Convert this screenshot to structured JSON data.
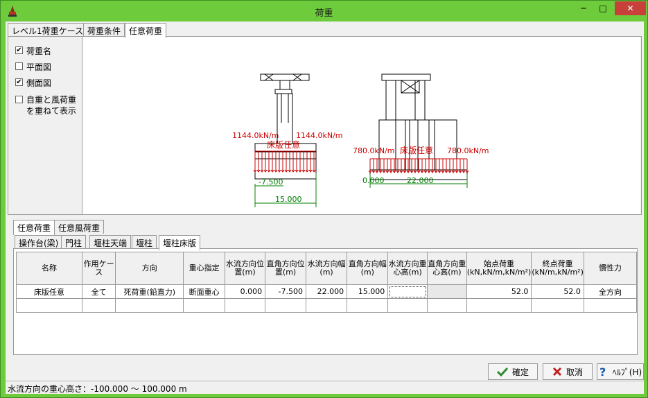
{
  "window": {
    "title": "荷重",
    "min": "─",
    "max": "□",
    "close": "✕"
  },
  "top_tabs": [
    {
      "label": "レベル1荷重ケース"
    },
    {
      "label": "荷重条件"
    },
    {
      "label": "任意荷重"
    }
  ],
  "options": [
    {
      "label": "荷重名",
      "checked": "✔"
    },
    {
      "label": "平面図",
      "checked": ""
    },
    {
      "label": "側面図",
      "checked": "✔"
    },
    {
      "label": "自重と風荷重を重ねて表示",
      "checked": ""
    }
  ],
  "drawing": {
    "left": {
      "load_left": "1144.0kN/m",
      "load_right": "1144.0kN/m",
      "name": "床版任意",
      "dim1": "-7.500",
      "dim2": "15.000"
    },
    "right": {
      "load_left": "780.0kN/m",
      "load_right": "780.0kN/m",
      "name": "床版任意",
      "dim1": "0.000",
      "dim2": "22.000"
    },
    "load_color": "#cc0000",
    "dim_color": "#008000"
  },
  "mid_tabs": [
    {
      "label": "任意荷重"
    },
    {
      "label": "任意風荷重"
    }
  ],
  "low_tabs": [
    {
      "label": "操作台(梁)"
    },
    {
      "label": "門柱"
    },
    {
      "label": "堰柱天端"
    },
    {
      "label": "堰柱"
    },
    {
      "label": "堰柱床版"
    }
  ],
  "table": {
    "headers": [
      "名称",
      "作用ケース",
      "方向",
      "重心指定",
      "水流方向位置(m)",
      "直角方向位置(m)",
      "水流方向幅(m)",
      "直角方向幅(m)",
      "水流方向重心高(m)",
      "直角方向重心高(m)",
      "始点荷重(kN,kN/m,kN/m²)",
      "終点荷重(kN/m,kN/m²)",
      "慣性力"
    ],
    "rows": [
      [
        "床版任意",
        "全て",
        "死荷重(鉛直力)",
        "断面重心",
        "0.000",
        "-7.500",
        "22.000",
        "15.000",
        "",
        "",
        "52.0",
        "52.0",
        "全方向"
      ],
      [
        "",
        "",
        "",
        "",
        "",
        "",
        "",
        "",
        "",
        "",
        "",
        "",
        ""
      ]
    ]
  },
  "buttons": {
    "ok": "確定",
    "cancel": "取消",
    "help": "ﾍﾙﾌﾟ(H)"
  },
  "status": "水流方向の重心高さ：-100.000 〜 100.000 m"
}
